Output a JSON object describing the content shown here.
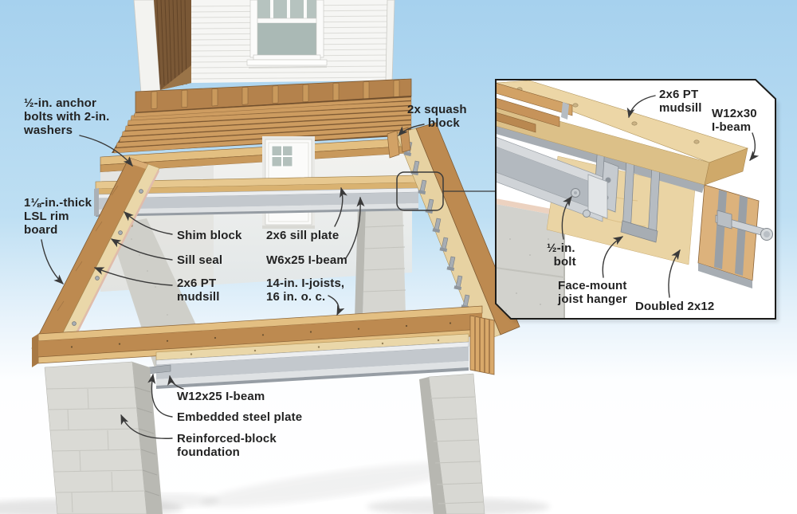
{
  "figure": {
    "type": "construction-detail-illustration",
    "subject": "Floor framing on foundation with steel I-beams and inset joist-hanger detail"
  },
  "colors": {
    "sky": "#a6d1ee",
    "ground": "#ffffff",
    "label_text": "#232323",
    "leader_line": "#3a3a3a",
    "wood_joist": "#cd9c60",
    "wood_pale": "#e9d6a9",
    "osb_rim": "#bd8a50",
    "wood_dark_interior": "#7a5836",
    "steel": "#c3c8cd",
    "concrete": "#d8d8d3",
    "siding_white": "#f6f6f4",
    "inset_panel_bg": "#ffffff",
    "inset_panel_border": "#1c1c1a"
  },
  "main_labels": {
    "anchor_bolts": "½-in. anchor\nbolts with 2-in.\nwashers",
    "lsl_rim_board": "1⅛-in.-thick\nLSL rim\nboard",
    "shim_block": "Shim block",
    "sill_seal": "Sill seal",
    "pt_mudsill": "2x6 PT\nmudsill",
    "sill_plate": "2x6 sill plate",
    "w6x25_beam": "W6x25 I-beam",
    "i_joists": "14-in. I-joists,\n16 in. o. c.",
    "squash_block": "2x squash\n      block",
    "w12x25_beam": "W12x25 I-beam",
    "embedded_plate": "Embedded steel plate",
    "foundation": "Reinforced-block\nfoundation"
  },
  "inset_labels": {
    "pt_mudsill": "2x6 PT\nmudsill",
    "w12x30_beam": "W12x30\nI-beam",
    "half_in_bolt": "½-in.\n  bolt",
    "joist_hanger": "Face-mount\njoist hanger",
    "doubled_2x12": "Doubled 2x12"
  }
}
